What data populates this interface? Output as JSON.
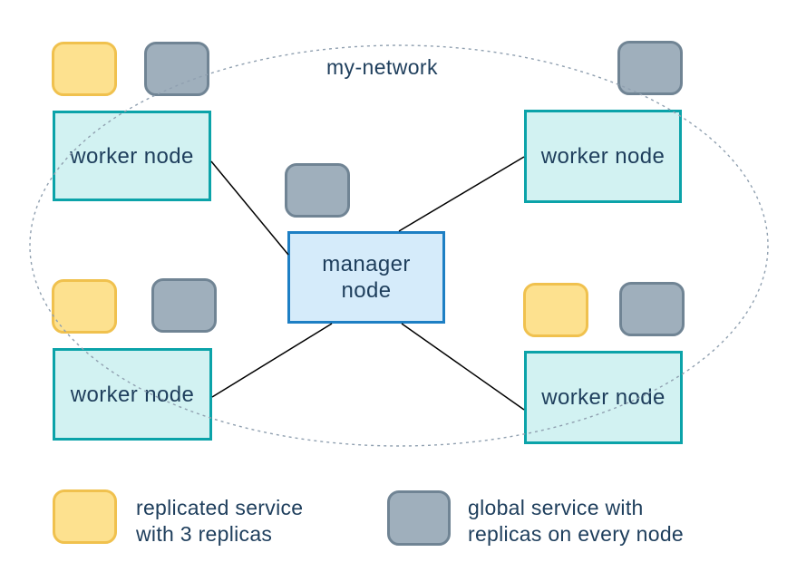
{
  "network": {
    "label": "my-network"
  },
  "nodes": {
    "worker_label": "worker node",
    "manager_label_lines": [
      "manager",
      "node"
    ]
  },
  "legend": {
    "items": [
      {
        "name": "replicated-service",
        "color": "#fde18f",
        "lines": [
          "replicated service",
          "with 3 replicas"
        ]
      },
      {
        "name": "global-service",
        "color": "#9fafbc",
        "lines": [
          "global service with",
          "replicas on every node"
        ]
      }
    ]
  },
  "colors": {
    "replicated_fill": "#fde18f",
    "replicated_border": "#f0c14e",
    "global_fill": "#9fafbc",
    "global_border": "#708494",
    "worker_fill": "#d2f2f2",
    "worker_border": "#0ba3a9",
    "manager_fill": "#d5ebfa",
    "manager_border": "#1d7fc4",
    "text": "#1e3e5c",
    "network_stroke": "#90a0b0",
    "link": "#000000"
  }
}
